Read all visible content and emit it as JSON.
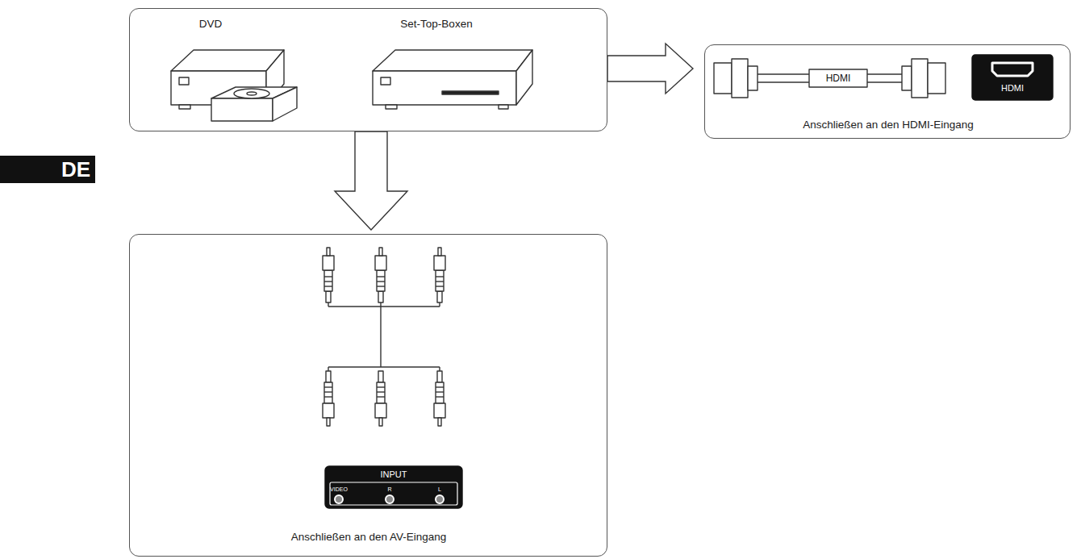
{
  "diagram": {
    "nodes": [
      {
        "text": [
          "DVD",
          "Set-Top-Boxen"
        ]
      },
      {
        "text": [
          "Anschließen an den HDMI-Eingang"
        ]
      },
      {
        "text": [
          "Anschließen an den AV-Eingang"
        ]
      }
    ],
    "edges": [
      {
        "from": 0,
        "to": 1,
        "arrow": "to"
      },
      {
        "from": 0,
        "to": 2,
        "arrow": "to"
      }
    ],
    "labels": [
      "HDMI",
      "HDMI",
      "DE",
      "INPUT",
      "VIDEO",
      "R",
      "L"
    ]
  }
}
